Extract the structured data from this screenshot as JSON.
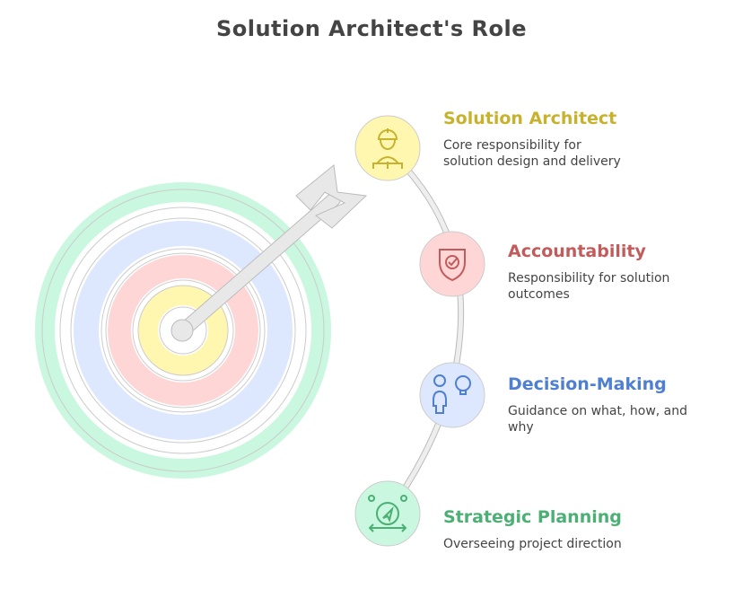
{
  "title": "Solution Architect's Role",
  "nodes": [
    {
      "title": "Solution Architect",
      "desc_lines": [
        "Core responsibility for",
        "solution design and delivery"
      ],
      "color": "#c7b22e",
      "fill": "#fff7b0",
      "icon": "worker-hardhat-icon"
    },
    {
      "title": "Accountability",
      "desc_lines": [
        "Responsibility for solution",
        "outcomes"
      ],
      "color": "#c25b5b",
      "fill": "#ffd6d6",
      "icon": "shield-check-icon"
    },
    {
      "title": "Decision-Making",
      "desc_lines": [
        "Guidance on what, how, and",
        "why"
      ],
      "color": "#4f7fd1",
      "fill": "#dde8ff",
      "icon": "person-idea-icon"
    },
    {
      "title": "Strategic Planning",
      "desc_lines": [
        "Overseeing project direction"
      ],
      "color": "#4caf74",
      "fill": "#c9f7df",
      "icon": "navigation-compass-icon"
    }
  ],
  "target": {
    "rings": [
      "#c9f7df",
      "#dde8ff",
      "#ffd6d6",
      "#fff7b0"
    ],
    "arrow_color": "#e8e8e8"
  }
}
